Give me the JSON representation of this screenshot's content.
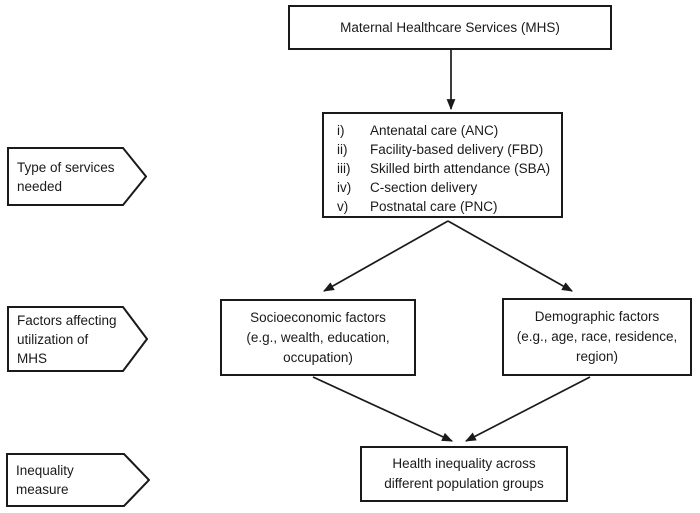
{
  "diagram": {
    "title_box": {
      "label": "Maternal Healthcare Services (MHS)"
    },
    "services_box": {
      "items": [
        {
          "numeral": "i)",
          "label": "Antenatal care (ANC)"
        },
        {
          "numeral": "ii)",
          "label": "Facility-based delivery (FBD)"
        },
        {
          "numeral": "iii)",
          "label": "Skilled birth attendance (SBA)"
        },
        {
          "numeral": "iv)",
          "label": "C-section delivery"
        },
        {
          "numeral": "v)",
          "label": "Postnatal care (PNC)"
        }
      ]
    },
    "socioeconomic_box": {
      "label": "Socioeconomic factors\n(e.g., wealth, education,\noccupation)"
    },
    "demographic_box": {
      "label": "Demographic factors\n(e.g., age, race, residence,\nregion)"
    },
    "inequality_box": {
      "label": "Health inequality across\ndifferent population groups"
    },
    "side_labels": [
      {
        "label": "Type of services\nneeded"
      },
      {
        "label": "Factors affecting\nutilization of\nMHS"
      },
      {
        "label": "Inequality\nmeasure"
      }
    ],
    "colors": {
      "line": "#1a1a1a",
      "background": "#ffffff",
      "text": "#1a1a1a"
    }
  }
}
